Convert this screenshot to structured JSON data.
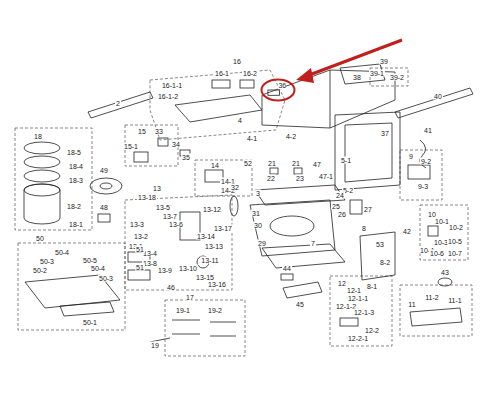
{
  "diagram": {
    "nodes": [
      {
        "text": [
          "36"
        ]
      }
    ],
    "labels": [
      "16",
      "16-1",
      "16-2",
      "16-1-1",
      "16-1-2",
      "39",
      "39-1",
      "39-2",
      "38",
      "2",
      "40",
      "18",
      "18-5",
      "18-4",
      "18-3",
      "18-2",
      "18-1",
      "15",
      "15-1",
      "33",
      "34",
      "35",
      "4",
      "4-1",
      "4-2",
      "37",
      "41",
      "49",
      "48",
      "14",
      "14-1",
      "14-2",
      "52",
      "21",
      "21",
      "22",
      "23",
      "47",
      "47-1",
      "5-1",
      "5-2",
      "9",
      "9-2",
      "9-3",
      "32",
      "13",
      "13-18",
      "13-5",
      "13-7",
      "13-6",
      "13-3",
      "13-2",
      "13-1",
      "13-4",
      "13-8",
      "13-9",
      "13-10",
      "13-11",
      "13-12",
      "13-14",
      "13-13",
      "13-15",
      "13-16",
      "13-17",
      "3",
      "31",
      "30",
      "29",
      "24",
      "25",
      "26",
      "27",
      "7",
      "44",
      "45",
      "53",
      "42",
      "8",
      "8-1",
      "8-2",
      "10",
      "10-1",
      "10-2",
      "10-3",
      "10-4",
      "10-5",
      "10-6",
      "10-7",
      "43",
      "11",
      "11-1",
      "11-2",
      "12",
      "12-1",
      "12-1-1",
      "12-1-2",
      "12-1-3",
      "12-2",
      "12-2-1",
      "46",
      "17",
      "19",
      "19-1",
      "19-2",
      "50",
      "51",
      "51",
      "50-4",
      "50-3",
      "50-5",
      "50-2",
      "50-4",
      "50-3",
      "50-1"
    ]
  }
}
